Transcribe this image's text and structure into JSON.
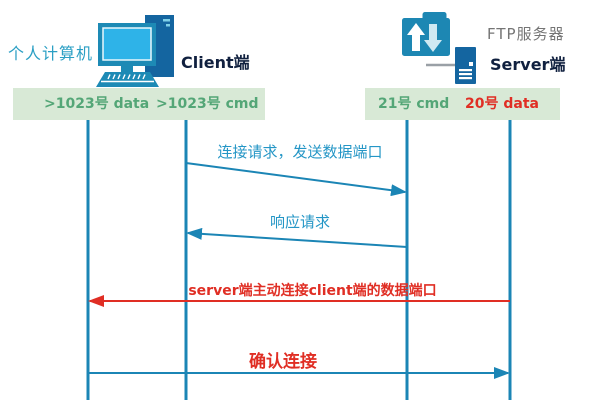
{
  "client": {
    "device_label": "个人计算机",
    "endpoint_label": "Client端",
    "ports": {
      "data": ">1023号 data",
      "cmd": ">1023号 cmd"
    }
  },
  "server": {
    "device_label": "FTP服务器",
    "endpoint_label": "Server端",
    "ports": {
      "cmd": "21号 cmd",
      "data": "20号 data"
    }
  },
  "messages": [
    {
      "label": "连接请求，发送数据端口",
      "from": "client-cmd",
      "to": "server-cmd",
      "color": "blue"
    },
    {
      "label": "响应请求",
      "from": "server-cmd",
      "to": "client-cmd",
      "color": "blue"
    },
    {
      "label": "server端主动连接client端的数据端口",
      "from": "server-data",
      "to": "client-data",
      "color": "red"
    },
    {
      "label": "确认连接",
      "from": "client-data",
      "to": "server-data",
      "color": "blue",
      "label_color": "red"
    }
  ],
  "colors": {
    "line_teal": "#1b85b5",
    "screen_blue": "#2eb3e8",
    "tower_blue": "#1465a0",
    "label_blue": "#2496c6",
    "alert_red": "#e02e24",
    "port_green": "#54a677",
    "bar_bg_green": "#d8e9d6",
    "title_navy": "#10203f",
    "caption_gray": "#757575"
  }
}
